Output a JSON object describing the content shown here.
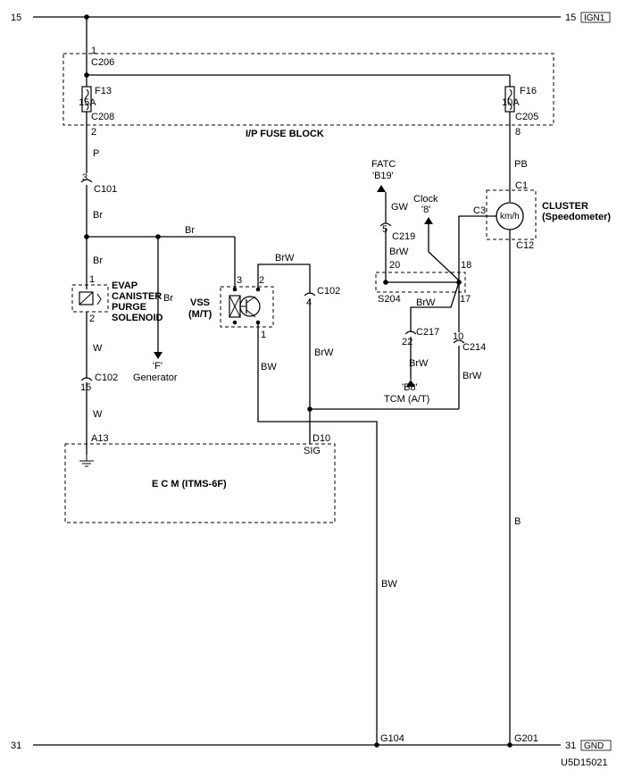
{
  "buses": {
    "top_left": "15",
    "top_right": "15",
    "top_tag": "IGN1",
    "bottom_left": "31",
    "bottom_right": "31",
    "bottom_tag": "GND"
  },
  "fuse_block": {
    "title": "I/P FUSE BLOCK",
    "c206": "C206",
    "pin_1": "1",
    "f13_name": "F13",
    "f13_rating": "15A",
    "c208": "C208",
    "pin_2": "2",
    "f16_name": "F16",
    "f16_rating": "10A",
    "c205": "C205",
    "pin_8": "8"
  },
  "left_branch": {
    "wire_p": "P",
    "c101_pin": "3",
    "c101": "C101",
    "wire_br1": "Br",
    "wire_br2": "Br",
    "wire_br_gen": "Br",
    "wire_br_top": "Br",
    "solenoid_pin1": "1",
    "solenoid_pin2": "2",
    "solenoid_label": [
      "EVAP",
      "CANISTER",
      "PURGE",
      "SOLENOID"
    ],
    "wire_w1": "W",
    "c102_pin": "15",
    "c102": "C102",
    "wire_w2": "W",
    "generator_code": "'F'",
    "generator": "Generator"
  },
  "vss": {
    "label_1": "VSS",
    "label_2": "(M/T)",
    "pin_3": "3",
    "pin_2": "2",
    "pin_1": "1",
    "wire_brw": "BrW",
    "c102": "C102",
    "c102_pin": "4",
    "wire_brw2": "BrW",
    "wire_bw": "BW"
  },
  "ecm": {
    "pin_a13": "A13",
    "pin_d10": "D10",
    "sig": "SIG",
    "title": "E  C  M (ITMS-6F)",
    "wire_bw": "BW",
    "ground": "G104"
  },
  "cluster": {
    "wire_pb": "PB",
    "c1": "C1",
    "c3": "C3",
    "c12": "C12",
    "gauge": "km/h",
    "label_1": "CLUSTER",
    "label_2": "(Speedometer)",
    "wire_b": "B",
    "ground": "G201"
  },
  "splice": {
    "fatc": "FATC",
    "fatc_code": "'B19'",
    "wire_gw": "GW",
    "c219_pin": "5",
    "c219": "C219",
    "clock": "Clock",
    "clock_code": "'8'",
    "wire_brw": "BrW",
    "pin_20": "20",
    "pin_18": "18",
    "s204": "S204",
    "pin_17": "17",
    "wire_brw2": "BrW",
    "c217_pin": "22",
    "c217": "C217",
    "c214_pin": "10",
    "c214": "C214",
    "wire_brw3": "BrW",
    "wire_brw4": "BrW",
    "tcm_code": "'B8'",
    "tcm": "TCM (A/T)"
  },
  "diagram_id": "U5D15021"
}
